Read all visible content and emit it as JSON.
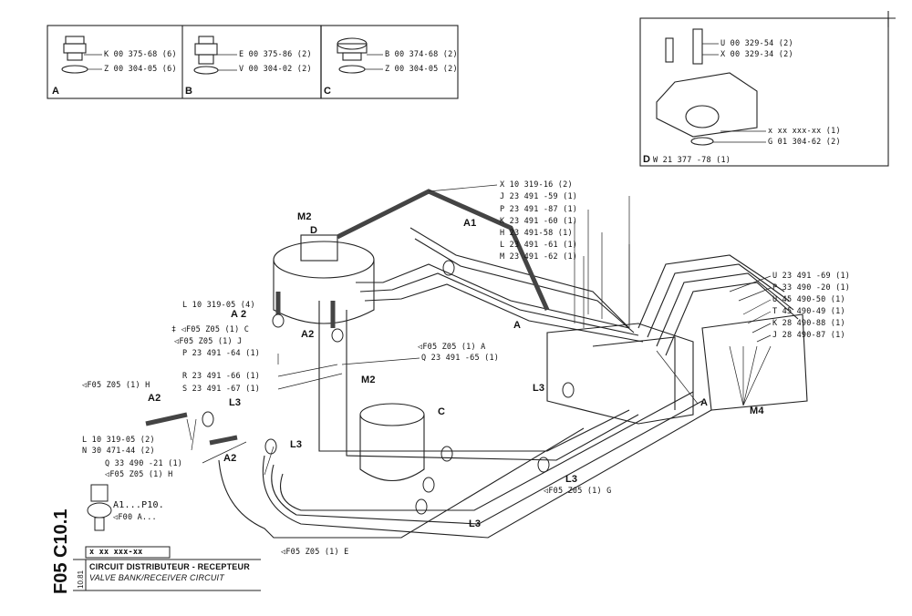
{
  "boxes": {
    "A": {
      "letter": "A",
      "parts": [
        "K 00 375-68 (6)",
        "Z 00 304-05 (6)"
      ]
    },
    "B": {
      "letter": "B",
      "parts": [
        "E 00 375-86 (2)",
        "V 00 304-02 (2)"
      ]
    },
    "C": {
      "letter": "C",
      "parts": [
        "B 00 374-68 (2)",
        "Z 00 304-05 (2)"
      ]
    },
    "D": {
      "letter": "D",
      "code": "W 21 377 -78 (1)",
      "parts": [
        "U 00 329-54 (2)",
        "X 00 329-34 (2)",
        "x xx xxx-xx (1)",
        "G 01 304-62 (2)"
      ]
    }
  },
  "labels": {
    "x10319_16": "X 10 319-16 (2)",
    "j23491_59": "J 23 491 -59 (1)",
    "p23491_87": "P 23 491 -87 (1)",
    "k23491_60": "K 23 491 -60 (1)",
    "h23491_58": "H 23 491-58 (1)",
    "l23491_61": "L 23 491 -61 (1)",
    "m23491_62": "M 23 491 -62 (1)",
    "u23491_69": "U 23 491 -69 (1)",
    "p33490_20": "P 33 490 -20 (1)",
    "u45490_50": "U 45 490-50 (1)",
    "t45490_49": "T 45 490-49 (1)",
    "k28490_88": "K 28 490-88 (1)",
    "j28490_87": "J 28 490-87 (1)",
    "l10319_05_4": "L 10 319-05 (4)",
    "ref_c": "‡ ◁F05  Z05 (1) C",
    "ref_j": "◁F05  Z05 (1)  J",
    "p23491_64": "P 23 491 -64 (1)",
    "r23491_66": "R 23 491 -66 (1)",
    "s23491_67": "S 23 491 -67 (1)",
    "q23491_65": "Q 23 491 -65 (1)",
    "ref_a": "◁F05 Z05 (1) A",
    "ref_h1": "◁F05  Z05 (1) H",
    "l10319_05_2": "L 10 319-05 (2)",
    "n30471_44": "N 30 471-44 (2)",
    "q33490_21": "Q 33 490 -21 (1)",
    "ref_h2": "◁F05  Z05 (1) H",
    "ref_g": "◁F05  Z05  (1) G",
    "ref_e": "◁F05  Z05 (1) E",
    "M2_top": "M2",
    "M2_mid": "M2",
    "D": "D",
    "A1": "A1",
    "A2_a": "A 2",
    "A2_b": "A2",
    "A2_c": "A2",
    "A2_d": "A2",
    "L3_a": "L3",
    "L3_b": "L3",
    "L3_c": "L3",
    "L3_d": "L3",
    "L3_e": "L3",
    "A_mid": "A",
    "A_right": "A",
    "M4": "M4",
    "C_tank": "C"
  },
  "legend": {
    "a1p10": "A1...P10.",
    "f00": "◁F00 A..."
  },
  "title_block": {
    "code": "x xx   xxx-xx",
    "fr": "CIRCUIT DISTRIBUTEUR - RECEPTEUR",
    "en": "VALVE BANK/RECEIVER CIRCUIT",
    "date": "10.81",
    "sheet": "F05 C10.1"
  }
}
